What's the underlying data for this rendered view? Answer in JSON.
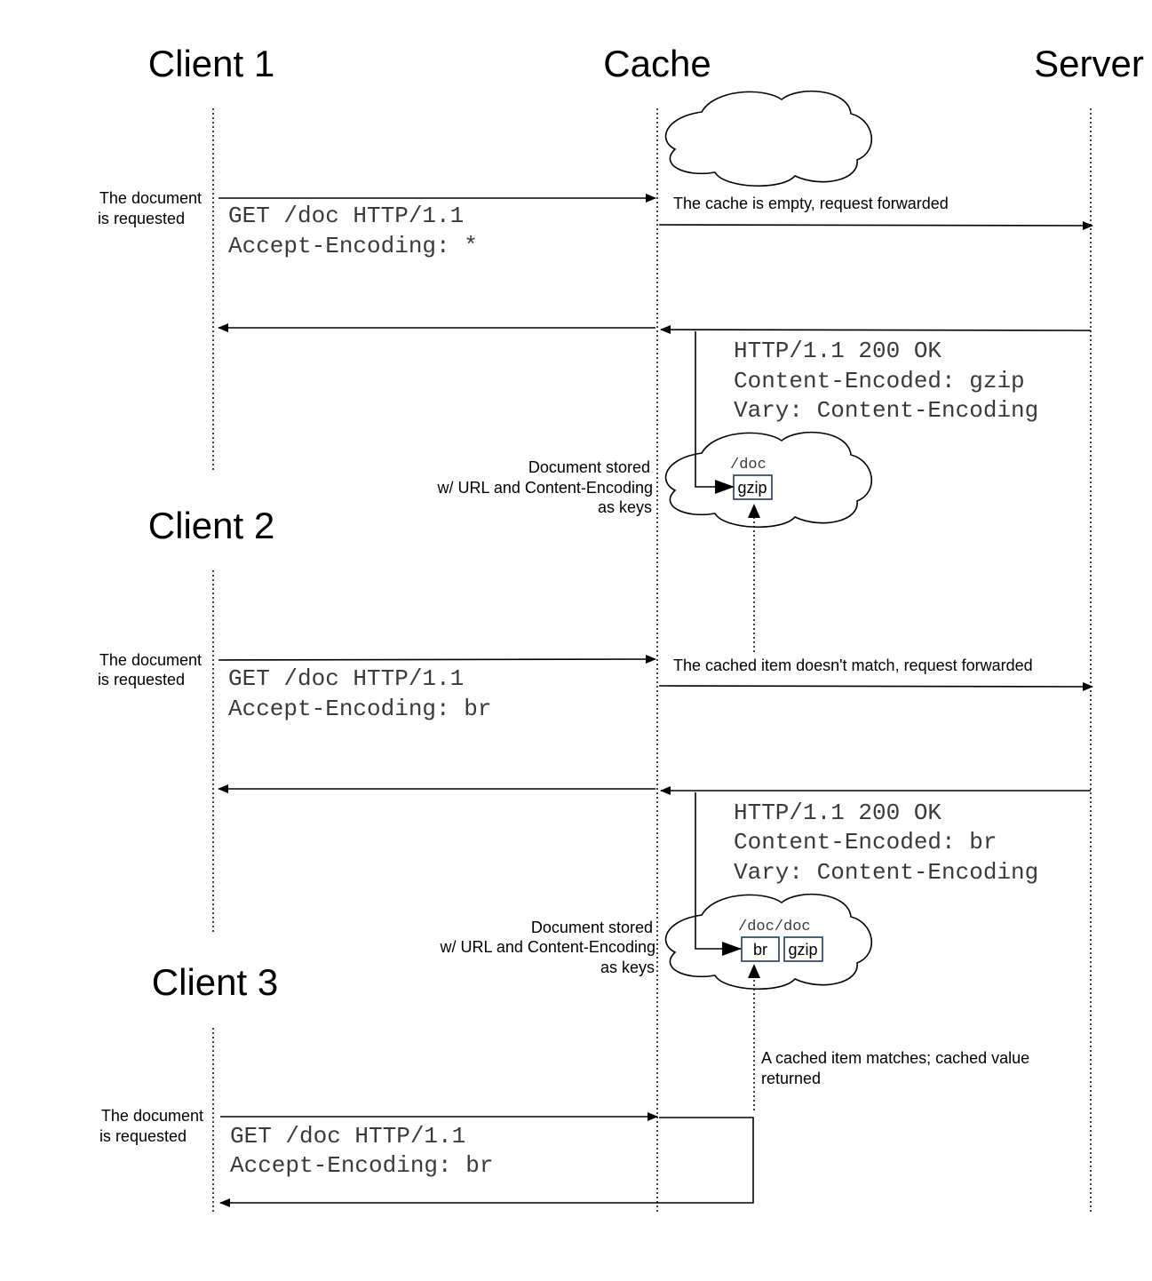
{
  "actors": {
    "client1": "Client 1",
    "client2": "Client 2",
    "client3": "Client 3",
    "cache": "Cache",
    "server": "Server"
  },
  "flow1": {
    "requested_note": [
      "The document",
      "is requested"
    ],
    "request": [
      "GET /doc HTTP/1.1",
      "Accept-Encoding: *"
    ],
    "forward_note": "The cache is empty, request forwarded",
    "response": [
      "HTTP/1.1 200 OK",
      "Content-Encoded: gzip",
      "Vary: Content-Encoding"
    ],
    "stored_note": [
      "Document stored",
      "w/ URL and Content-Encoding",
      "as keys"
    ],
    "cache_url": "/doc",
    "cache_keys": [
      "gzip"
    ]
  },
  "flow2": {
    "requested_note": [
      "The document",
      "is requested"
    ],
    "request": [
      "GET /doc HTTP/1.1",
      "Accept-Encoding: br"
    ],
    "forward_note": "The cached item doesn't match, request forwarded",
    "response": [
      "HTTP/1.1 200 OK",
      "Content-Encoded: br",
      "Vary: Content-Encoding"
    ],
    "stored_note": [
      "Document stored",
      "w/ URL and Content-Encoding",
      "as keys"
    ],
    "cache_url": "/doc/doc",
    "cache_keys": [
      "br",
      "gzip"
    ]
  },
  "flow3": {
    "requested_note": [
      "The document",
      "is requested"
    ],
    "request": [
      "GET /doc HTTP/1.1",
      "Accept-Encoding: br"
    ],
    "match_note": [
      "A cached item matches; cached value",
      "returned"
    ]
  },
  "colors": {
    "line": "#000000",
    "code_text": "#3a3a3a",
    "key_box_border": "#1f3a5f"
  }
}
